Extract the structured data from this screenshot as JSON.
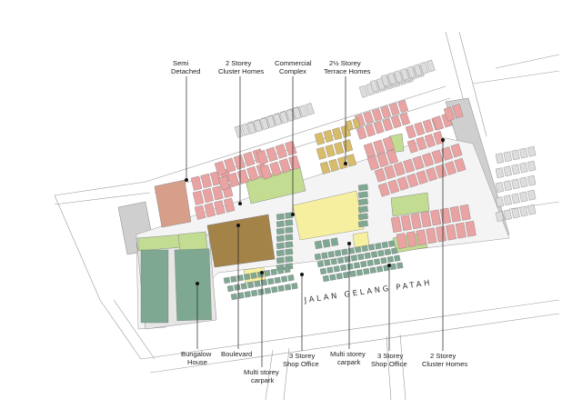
{
  "map": {
    "road_name": "JALAN GELANG PATAH",
    "colors": {
      "cluster_homes": "#e9a3a3",
      "terrace_homes": "#d8bc6a",
      "shop_office": "#7fa893",
      "bungalow": "#7fa893",
      "boulevard": "#a48349",
      "commercial": "#f6ef9f",
      "multi_storey_carpark": "#f6ef9f",
      "semi_detached": "#d79f8a",
      "green": "#c2dc92",
      "surroundings": "#cfcfcf",
      "parking_bays": "#dddddd"
    },
    "labels": {
      "semi_detached": [
        "Semi",
        "Detached"
      ],
      "cluster_homes_top": [
        "2 Storey",
        "Cluster Homes"
      ],
      "commercial_complex": [
        "Commercial",
        "Complex"
      ],
      "terrace_homes": [
        "2½ Storey",
        "Terrace Homes"
      ],
      "bungalow_house": [
        "Bungalow",
        "House"
      ],
      "boulevard": [
        "Boulevard"
      ],
      "multi_storey_carpark_left": [
        "Multi storey",
        "carpark"
      ],
      "shop_office_left": [
        "3 Storey",
        "Shop Office"
      ],
      "multi_storey_carpark_right": [
        "Multi storey",
        "carpark"
      ],
      "shop_office_right": [
        "3 Storey",
        "Shop Office"
      ],
      "cluster_homes_right": [
        "2 Storey",
        "Cluster Homes"
      ]
    }
  }
}
